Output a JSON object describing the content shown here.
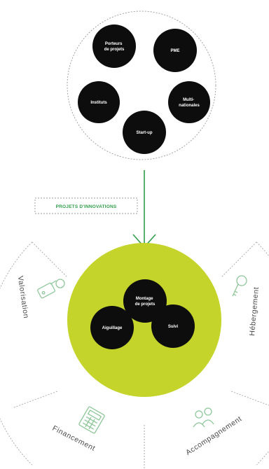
{
  "actors": {
    "porteurs": [
      "Porteurs",
      "de projets"
    ],
    "pme": "PME",
    "instituts": "Instituts",
    "multinationales": [
      "Multi-",
      "nationales"
    ],
    "startup": "Start-up"
  },
  "flow": {
    "label": "PROJETS D'INNOVATIONS"
  },
  "core": {
    "montage": [
      "Montage",
      "de projets"
    ],
    "aiguillage": "Aiguillage",
    "suivi": "Suivi"
  },
  "services": {
    "valorisation": "Valorisation",
    "financement": "Financement",
    "accompagnement": "Accompagnement",
    "hebergement": "Hébergement"
  },
  "icons": {
    "valorisation": "key-tag-icon",
    "financement": "calculator-icon",
    "accompagnement": "people-icon",
    "hebergement": "key-icon"
  },
  "colors": {
    "node": "#0d0d0d",
    "core": "#c4d42a",
    "arrow": "#2f9d4a",
    "dashed": "#9a9a9a",
    "icon": "#8fc79a"
  }
}
